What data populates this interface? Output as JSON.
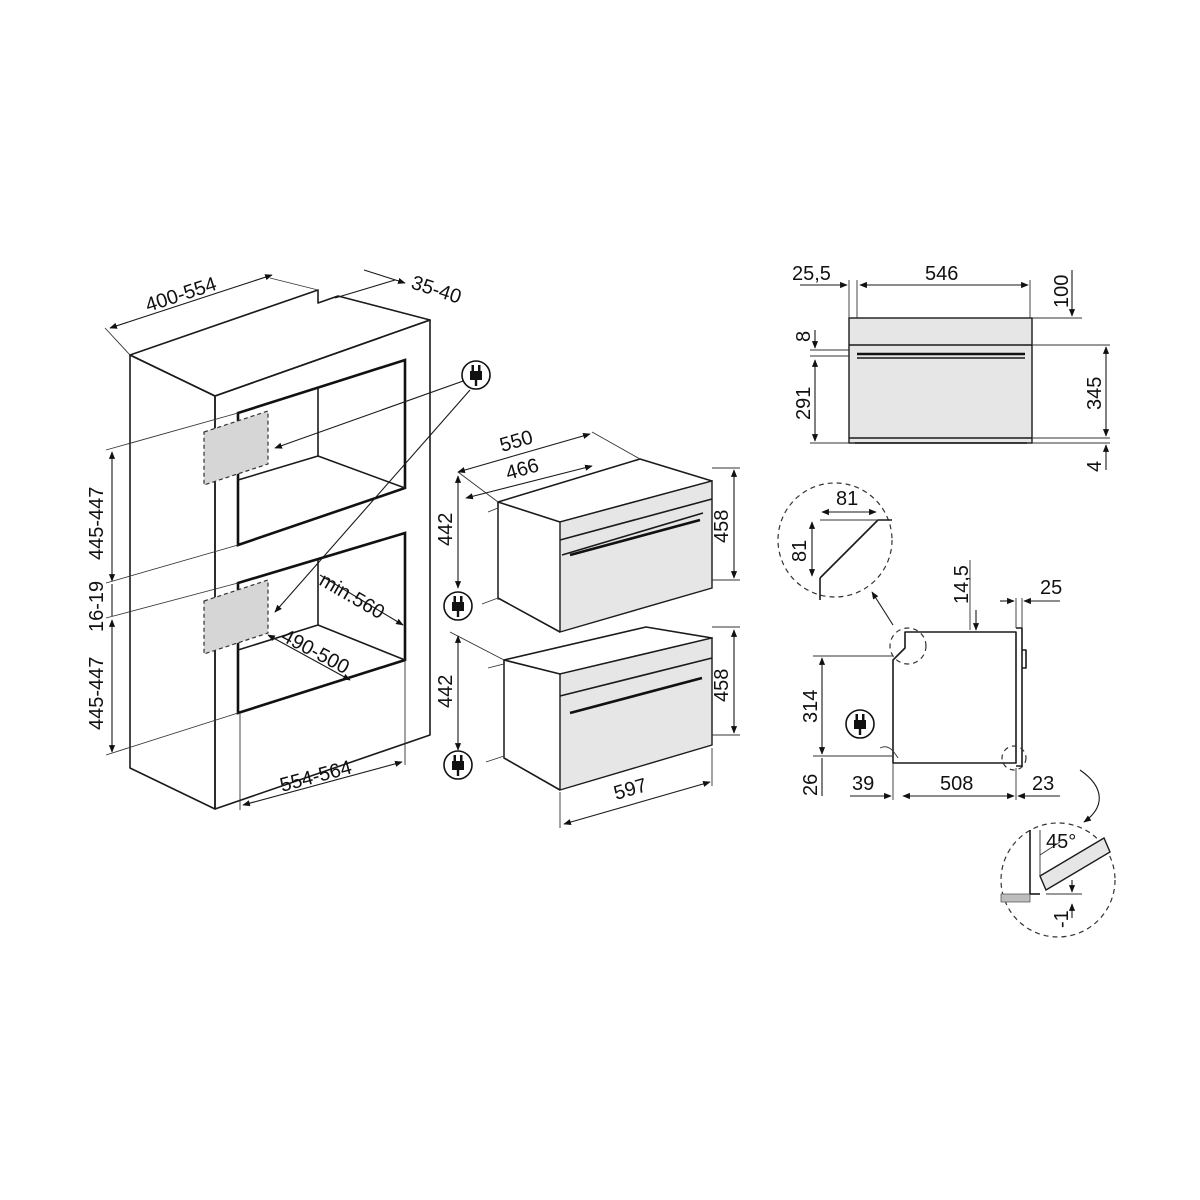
{
  "dimensions": {
    "niche_depth": "400-554",
    "top_gap": "35-40",
    "niche_height_upper": "445-447",
    "niche_gap": "16-19",
    "niche_height_lower": "445-447",
    "niche_width": "554-564",
    "min_depth": "min.560",
    "cutout_depth": "490-500",
    "oven_depth_total": "550",
    "oven_depth_body": "466",
    "oven_body_height_upper": "442",
    "oven_front_height_upper": "458",
    "oven_body_height_lower": "442",
    "oven_front_height_lower": "458",
    "oven_width": "597",
    "front_offset": "25,5",
    "front_width": "546",
    "front_top": "100",
    "handle_gap": "8",
    "window_height": "291",
    "front_height": "345",
    "bottom_gap": "4",
    "detail_chamfer_w": "81",
    "detail_chamfer_h": "81",
    "side_top_offset": "14,5",
    "side_door": "25",
    "side_height": "314",
    "side_bottom": "26",
    "side_back": "39",
    "side_depth": "508",
    "side_front": "23",
    "detail_angle": "45°",
    "detail_offset": "-1"
  },
  "icons": {
    "plug": "power-plug-icon"
  }
}
